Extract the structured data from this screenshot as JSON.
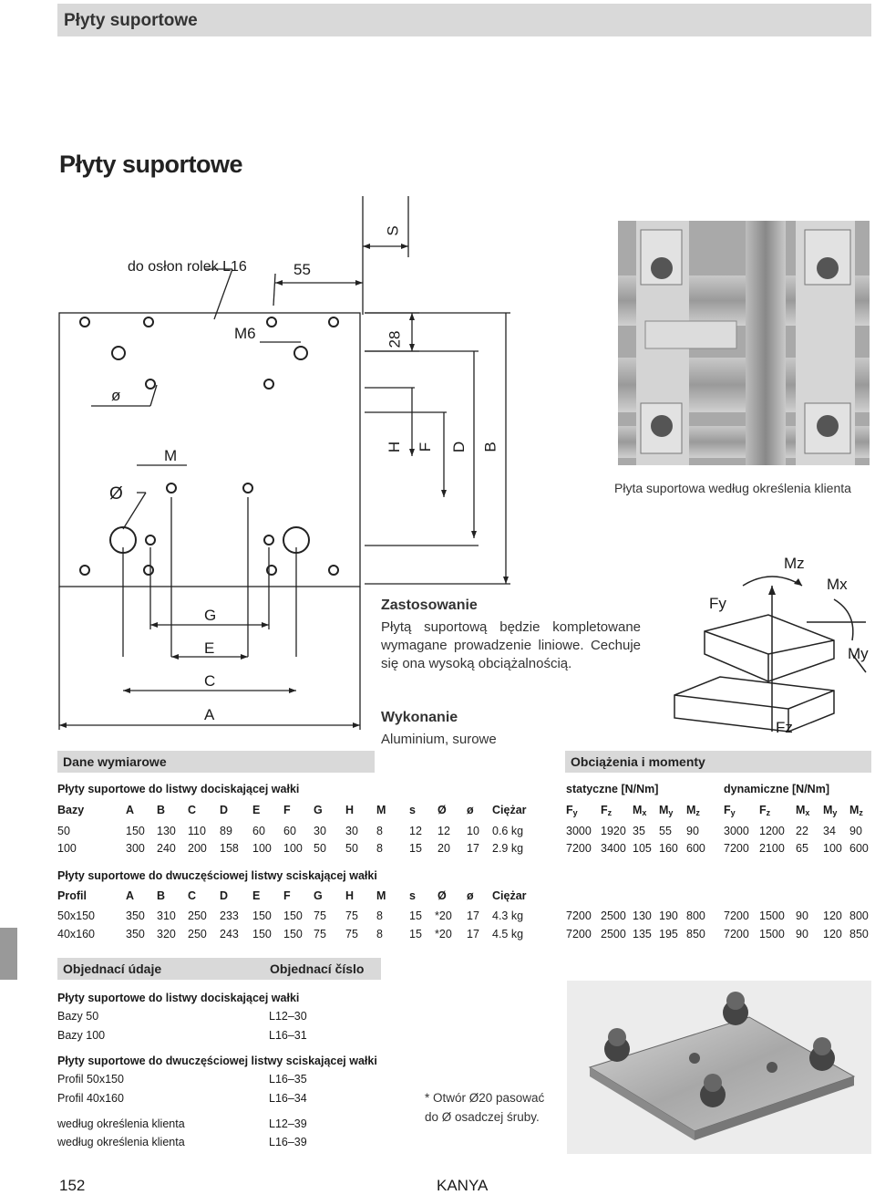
{
  "header": {
    "title": "Płyty suportowe"
  },
  "page_title": "Płyty suportowe",
  "drawing": {
    "label_cover": "do osłon rolek L16",
    "dim_55": "55",
    "dim_S": "S",
    "dim_28": "28",
    "dim_M6": "M6",
    "dim_o": "ø",
    "dim_M": "M",
    "dim_O": "Ø",
    "dims_right": [
      "H",
      "F",
      "D",
      "B"
    ],
    "dims_bottom": [
      "G",
      "E",
      "C",
      "A"
    ]
  },
  "photo_top": {
    "caption": "Płyta suportowa według określenia klienta"
  },
  "moments_diagram": {
    "labels": [
      "Mz",
      "Fy",
      "Mx",
      "My",
      "Fz"
    ]
  },
  "usage": {
    "heading": "Zastosowanie",
    "text": "Płytą suportową będzie kompletowane wymagane prowadzenie liniowe. Cechuje się ona wysoką obciążalnością.",
    "heading2": "Wykonanie",
    "text2": "Aluminium, surowe"
  },
  "section_dims": "Dane wymiarowe",
  "section_loads": "Obciążenia i momenty",
  "table1": {
    "title": "Płyty suportowe do listwy dociskającej wałki",
    "headers": [
      "Bazy",
      "A",
      "B",
      "C",
      "D",
      "E",
      "F",
      "G",
      "H",
      "M",
      "s",
      "Ø",
      "ø",
      "Ciężar"
    ],
    "rows": [
      [
        "50",
        "150",
        "130",
        "110",
        "89",
        "60",
        "60",
        "30",
        "30",
        "8",
        "12",
        "12",
        "10",
        "0.6 kg"
      ],
      [
        "100",
        "300",
        "240",
        "200",
        "158",
        "100",
        "100",
        "50",
        "50",
        "8",
        "15",
        "20",
        "17",
        "2.9 kg"
      ]
    ]
  },
  "table2": {
    "title": "Płyty suportowe do dwuczęściowej listwy sciskającej wałki",
    "headers": [
      "Profil",
      "A",
      "B",
      "C",
      "D",
      "E",
      "F",
      "G",
      "H",
      "M",
      "s",
      "Ø",
      "ø",
      "Ciężar"
    ],
    "rows": [
      [
        "50x150",
        "350",
        "310",
        "250",
        "233",
        "150",
        "150",
        "75",
        "75",
        "8",
        "15",
        "*20",
        "17",
        "4.3 kg"
      ],
      [
        "40x160",
        "350",
        "320",
        "250",
        "243",
        "150",
        "150",
        "75",
        "75",
        "8",
        "15",
        "*20",
        "17",
        "4.5 kg"
      ]
    ]
  },
  "loads": {
    "static_label": "statyczne [N/Nm]",
    "dynamic_label": "dynamiczne [N/Nm]",
    "headers": [
      [
        "F",
        "y"
      ],
      [
        "F",
        "z"
      ],
      [
        "M",
        "x"
      ],
      [
        "M",
        "y"
      ],
      [
        "M",
        "z"
      ]
    ],
    "rows1": [
      [
        "3000",
        "1920",
        "35",
        "55",
        "90",
        "3000",
        "1200",
        "22",
        "34",
        "90"
      ],
      [
        "7200",
        "3400",
        "105",
        "160",
        "600",
        "7200",
        "2100",
        "65",
        "100",
        "600"
      ]
    ],
    "rows2": [
      [
        "7200",
        "2500",
        "130",
        "190",
        "800",
        "7200",
        "1500",
        "90",
        "120",
        "800"
      ],
      [
        "7200",
        "2500",
        "135",
        "195",
        "850",
        "7200",
        "1500",
        "90",
        "120",
        "850"
      ]
    ]
  },
  "order": {
    "col1": "Objednací údaje",
    "col2": "Objednací číslo",
    "group1": "Płyty suportowe do listwy dociskającej wałki",
    "items1": [
      [
        "Bazy 50",
        "L12–30"
      ],
      [
        "Bazy 100",
        "L16–31"
      ]
    ],
    "group2": "Płyty suportowe do dwuczęściowej listwy sciskającej wałki",
    "items2": [
      [
        "Profil 50x150",
        "L16–35"
      ],
      [
        "Profil 40x160",
        "L16–34"
      ]
    ],
    "items3": [
      [
        "według określenia klienta",
        "L12–39"
      ],
      [
        "według określenia klienta",
        "L16–39"
      ]
    ]
  },
  "footnote": "* Otwór Ø20 pasować do Ø osadczej śruby.",
  "footer": {
    "page": "152",
    "brand": "KANYA"
  }
}
